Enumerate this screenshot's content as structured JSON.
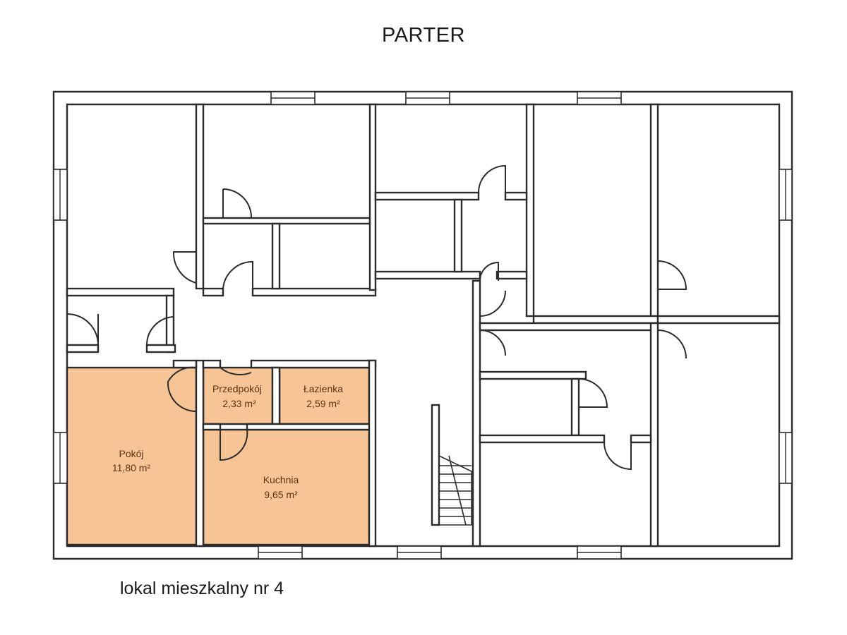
{
  "title": "PARTER",
  "caption": "lokal mieszkalny nr 4",
  "colors": {
    "highlight": "#f7c595",
    "wall": "#2b2b2b",
    "label": "#5a3414"
  },
  "rooms": [
    {
      "name": "Pokój",
      "area": "11,80 m²"
    },
    {
      "name": "Przedpokój",
      "area": "2,33 m²"
    },
    {
      "name": "Łazienka",
      "area": "2,59 m²"
    },
    {
      "name": "Kuchnia",
      "area": "9,65 m²"
    }
  ]
}
